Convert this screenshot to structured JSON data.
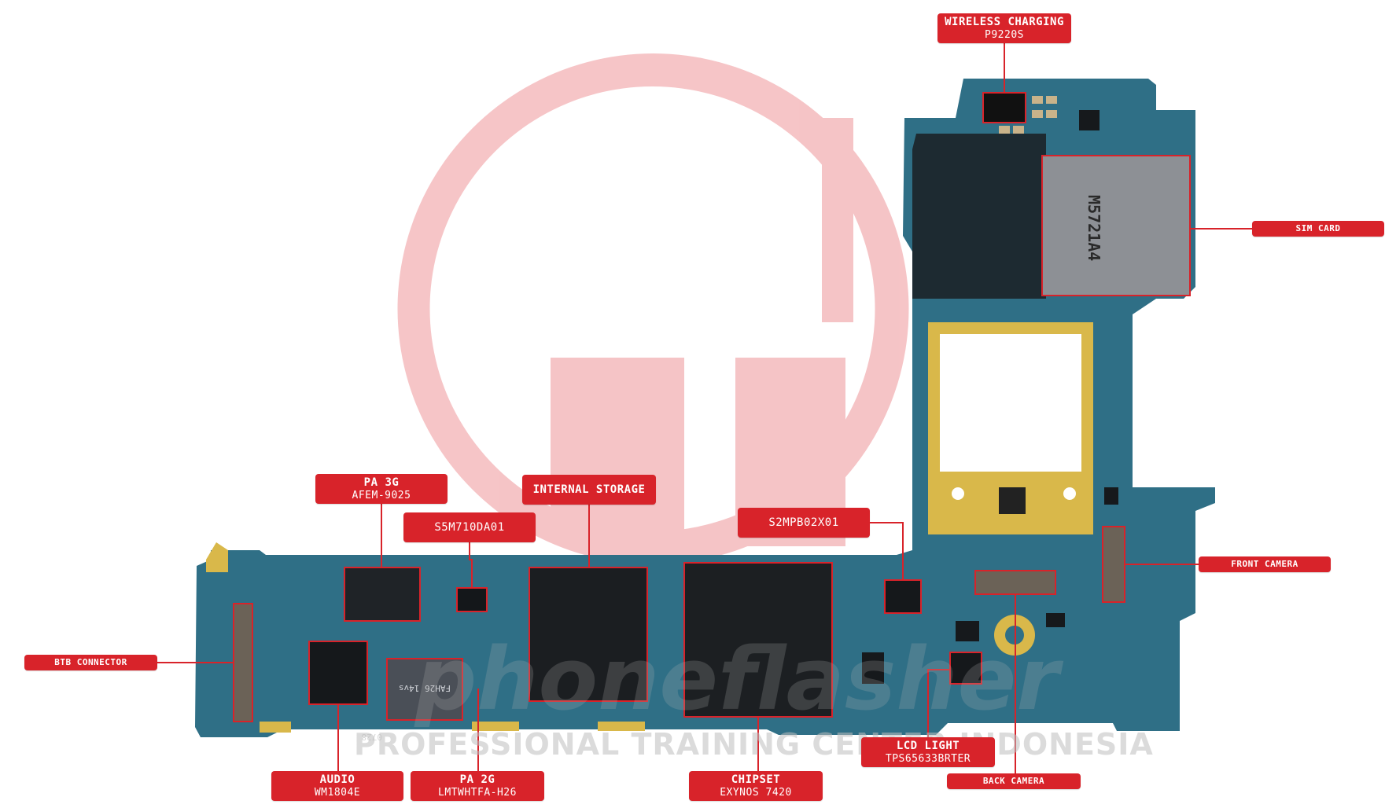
{
  "watermark": {
    "brand": "phoneflasher",
    "tagline": "PROFESSIONAL TRAINING CENTER INDONESIA"
  },
  "colors": {
    "label_bg": "#d8232a",
    "label_text": "#ffffff",
    "leader_line": "#d8232a",
    "board_blue": "#2f6f86",
    "board_gold": "#d9b84a",
    "shield_dark": "#1d2a31"
  },
  "labels": [
    {
      "id": "wireless-charging",
      "title": "WIRELESS CHARGING",
      "sub": "P9220S"
    },
    {
      "id": "sim-card",
      "title": "SIM CARD",
      "sub": ""
    },
    {
      "id": "pa-3g",
      "title": "PA 3G",
      "sub": "AFEM-9025"
    },
    {
      "id": "internal-storage",
      "title": "INTERNAL STORAGE",
      "sub": ""
    },
    {
      "id": "s5m710da01",
      "title": "S5M710DA01",
      "sub": ""
    },
    {
      "id": "s2mpb02x01",
      "title": "S2MPB02X01",
      "sub": ""
    },
    {
      "id": "front-camera",
      "title": "FRONT CAMERA",
      "sub": ""
    },
    {
      "id": "btb-connector",
      "title": "BTB CONNECTOR",
      "sub": ""
    },
    {
      "id": "lcd-light",
      "title": "LCD LIGHT",
      "sub": "TPS65633BRTER"
    },
    {
      "id": "audio",
      "title": "AUDIO",
      "sub": "WM1804E"
    },
    {
      "id": "pa-2g",
      "title": "PA 2G",
      "sub": "LMTWHTFA-H26"
    },
    {
      "id": "chipset",
      "title": "CHIPSET",
      "sub": "EXYNOS 7420"
    },
    {
      "id": "back-camera",
      "title": "BACK CAMERA",
      "sub": ""
    }
  ],
  "chip_markings": {
    "sim_tray": "M5721A4",
    "pa2g_chip": "FAH26 14vs",
    "board_code": "0728"
  }
}
